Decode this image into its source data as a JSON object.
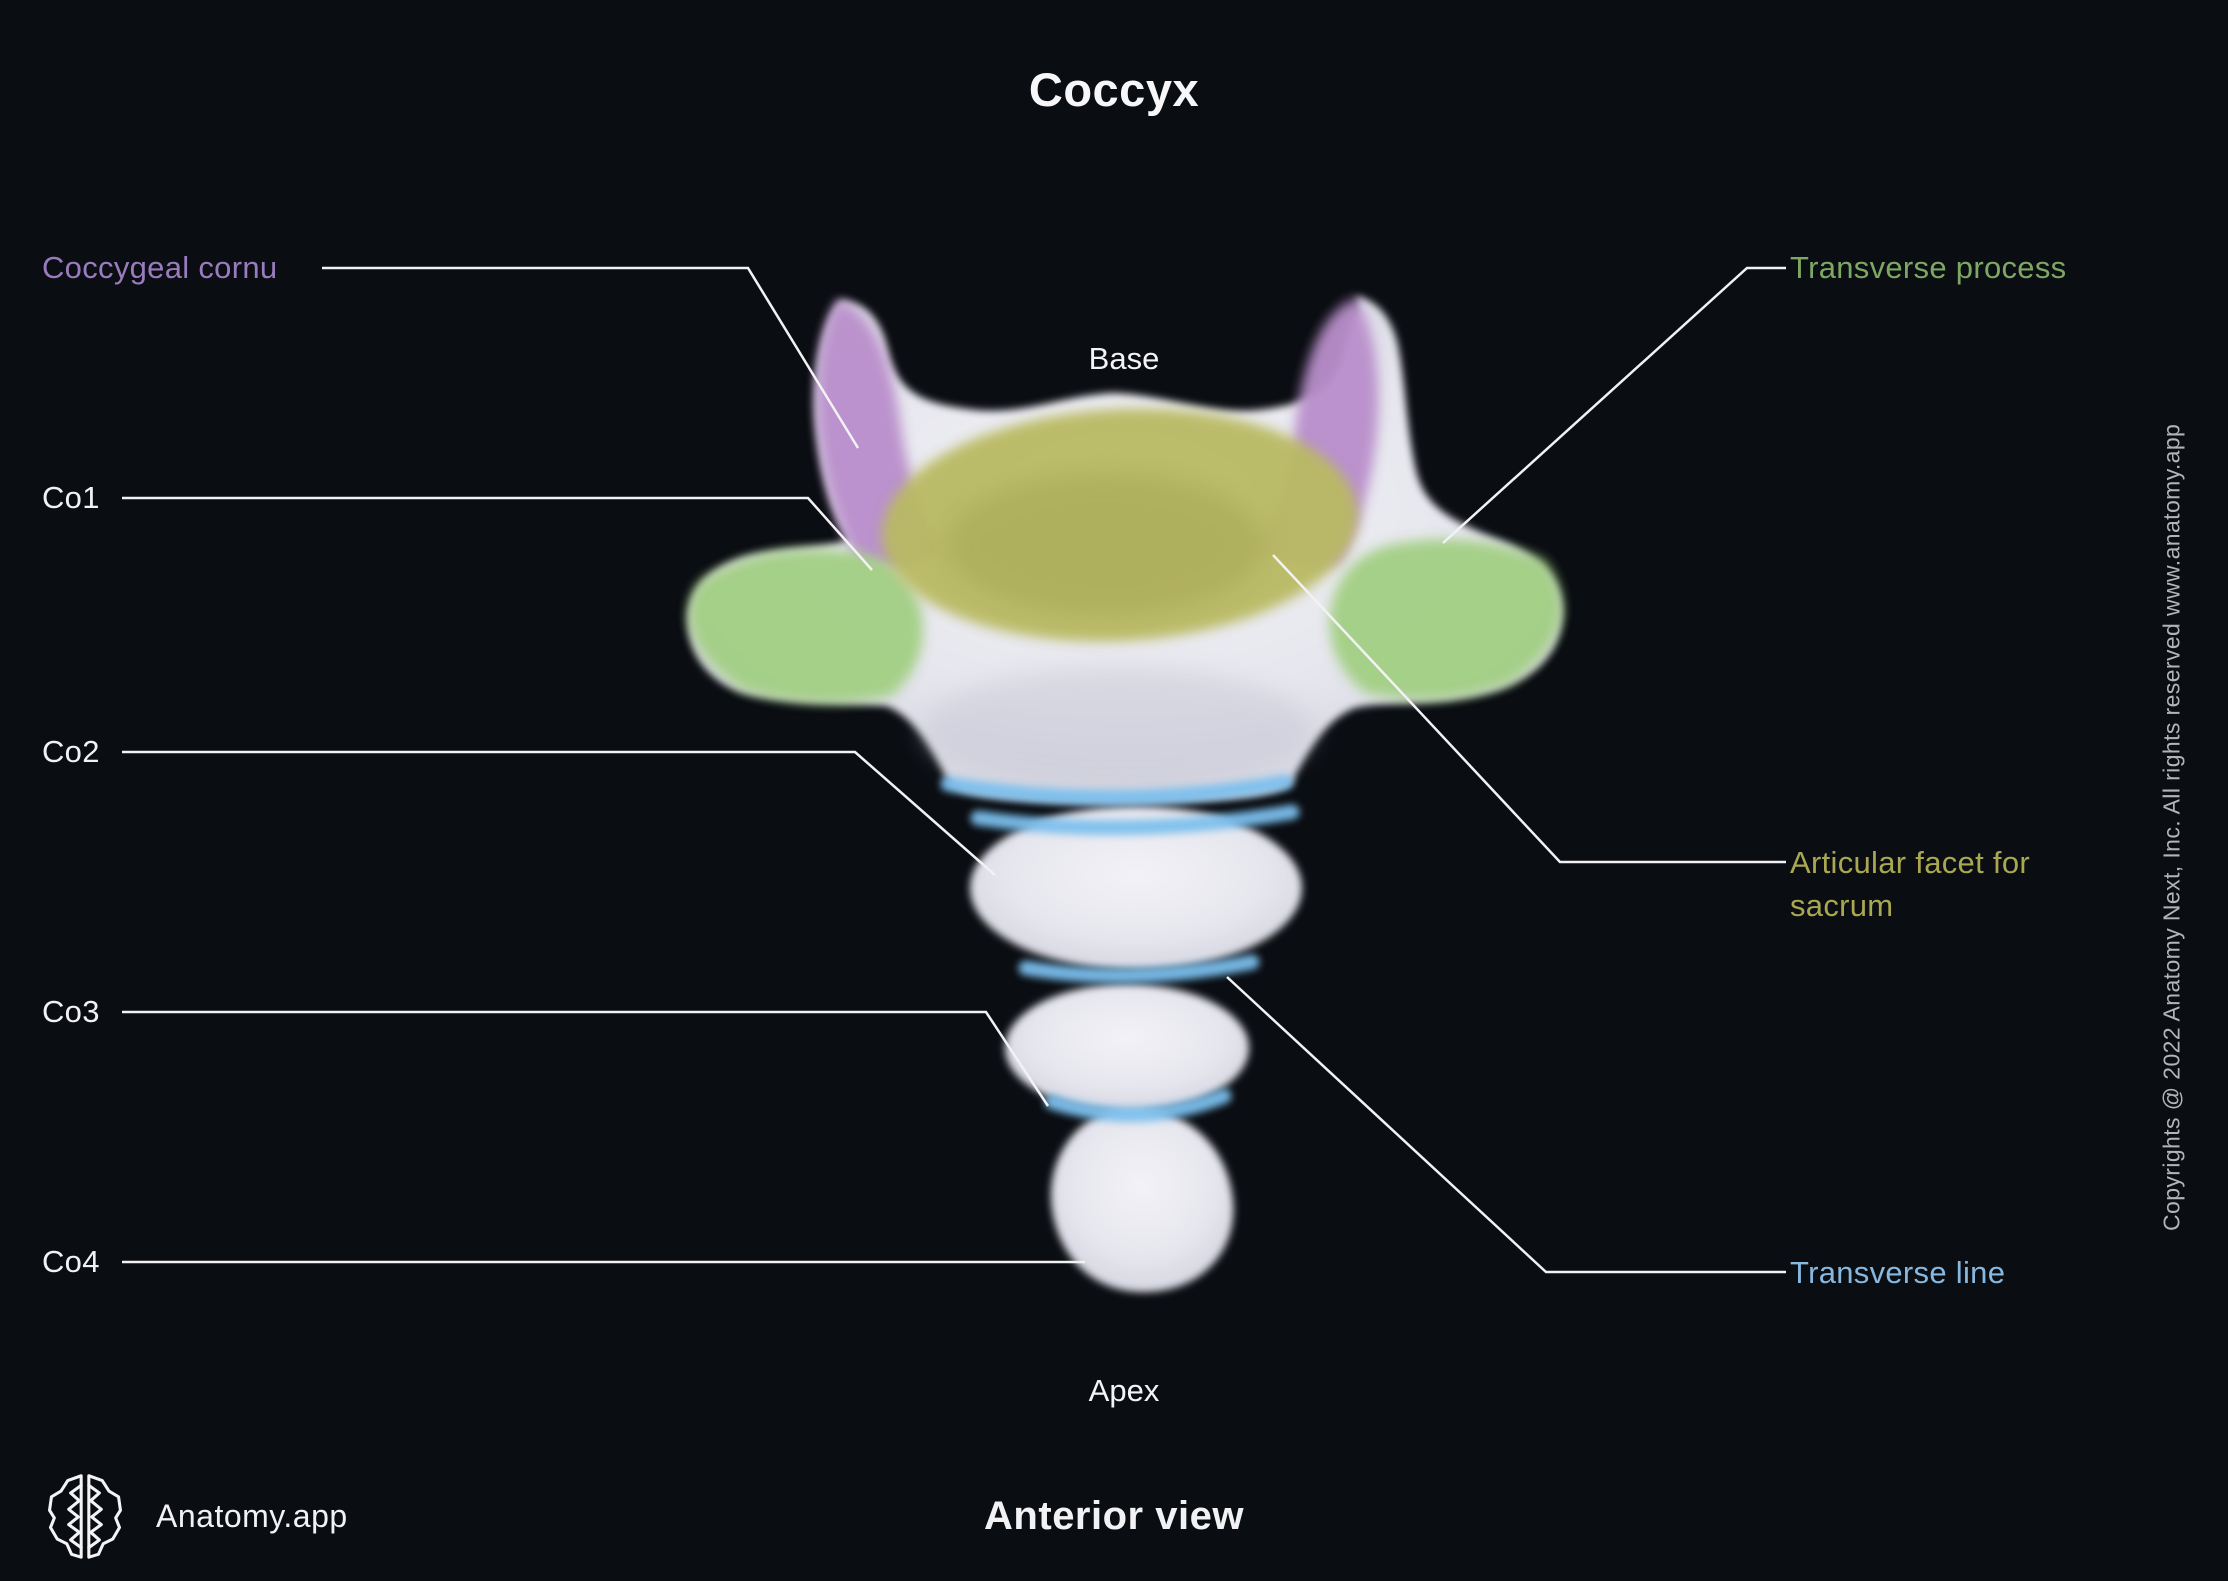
{
  "title": "Coccyx",
  "view_label": "Anterior view",
  "brand": {
    "name": "Anatomy.app"
  },
  "copyright": "Copyrights @ 2022 Anatomy Next, Inc. All rights reserved www.anatomy.app",
  "anatomy": {
    "base": "Base",
    "apex": "Apex",
    "labels": {
      "coccygeal_cornu": {
        "text": "Coccygeal cornu",
        "color": "#9a7bbd"
      },
      "transverse_process": {
        "text": "Transverse process",
        "color": "#7ea764"
      },
      "co1": {
        "text": "Co1",
        "color": "#f2f2f4"
      },
      "co2": {
        "text": "Co2",
        "color": "#f2f2f4"
      },
      "co3": {
        "text": "Co3",
        "color": "#f2f2f4"
      },
      "co4": {
        "text": "Co4",
        "color": "#f2f2f4"
      },
      "articular_facet": {
        "text": "Articular facet for sacrum",
        "color": "#a9a851"
      },
      "transverse_line": {
        "text": "Transverse line",
        "color": "#86b8e0"
      }
    },
    "structure_colors": {
      "coccygeal_cornu": "#b98fcb",
      "transverse_process": "#a2cf83",
      "articular_facet": "#b9ba62",
      "articular_facet_inner": "#a5a654",
      "transverse_line": "#7cc0ee",
      "bone_shadow": "#c3c4d2",
      "leader_line": "#f2f2f4",
      "background": "#0a0d12"
    }
  }
}
